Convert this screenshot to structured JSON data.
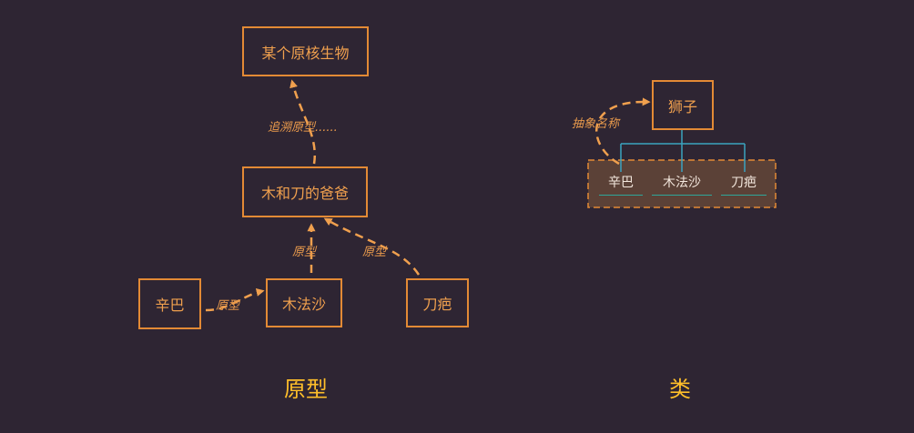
{
  "prototype_diagram": {
    "nodes": {
      "ancestor": "某个原核生物",
      "father": "木和刀的爸爸",
      "simba": "辛巴",
      "mufasa": "木法沙",
      "scar": "刀疤"
    },
    "edge_labels": {
      "trace_up": "追溯原型......",
      "mufasa_to_father": "原型",
      "scar_to_father": "原型",
      "simba_to_mufasa": "原型"
    },
    "caption": "原型"
  },
  "class_diagram": {
    "class_name": "狮子",
    "abstract_label": "抽象名称",
    "members": [
      "辛巴",
      "木法沙",
      "刀疤"
    ],
    "caption": "类"
  },
  "colors": {
    "background": "#2e2533",
    "box_border": "#e38a35",
    "box_text": "#f0a04e",
    "caption": "#ffbf2a",
    "class_connector": "#3aa3c0",
    "member_underline": "#2fa79a",
    "group_fill": "#5b4137"
  }
}
